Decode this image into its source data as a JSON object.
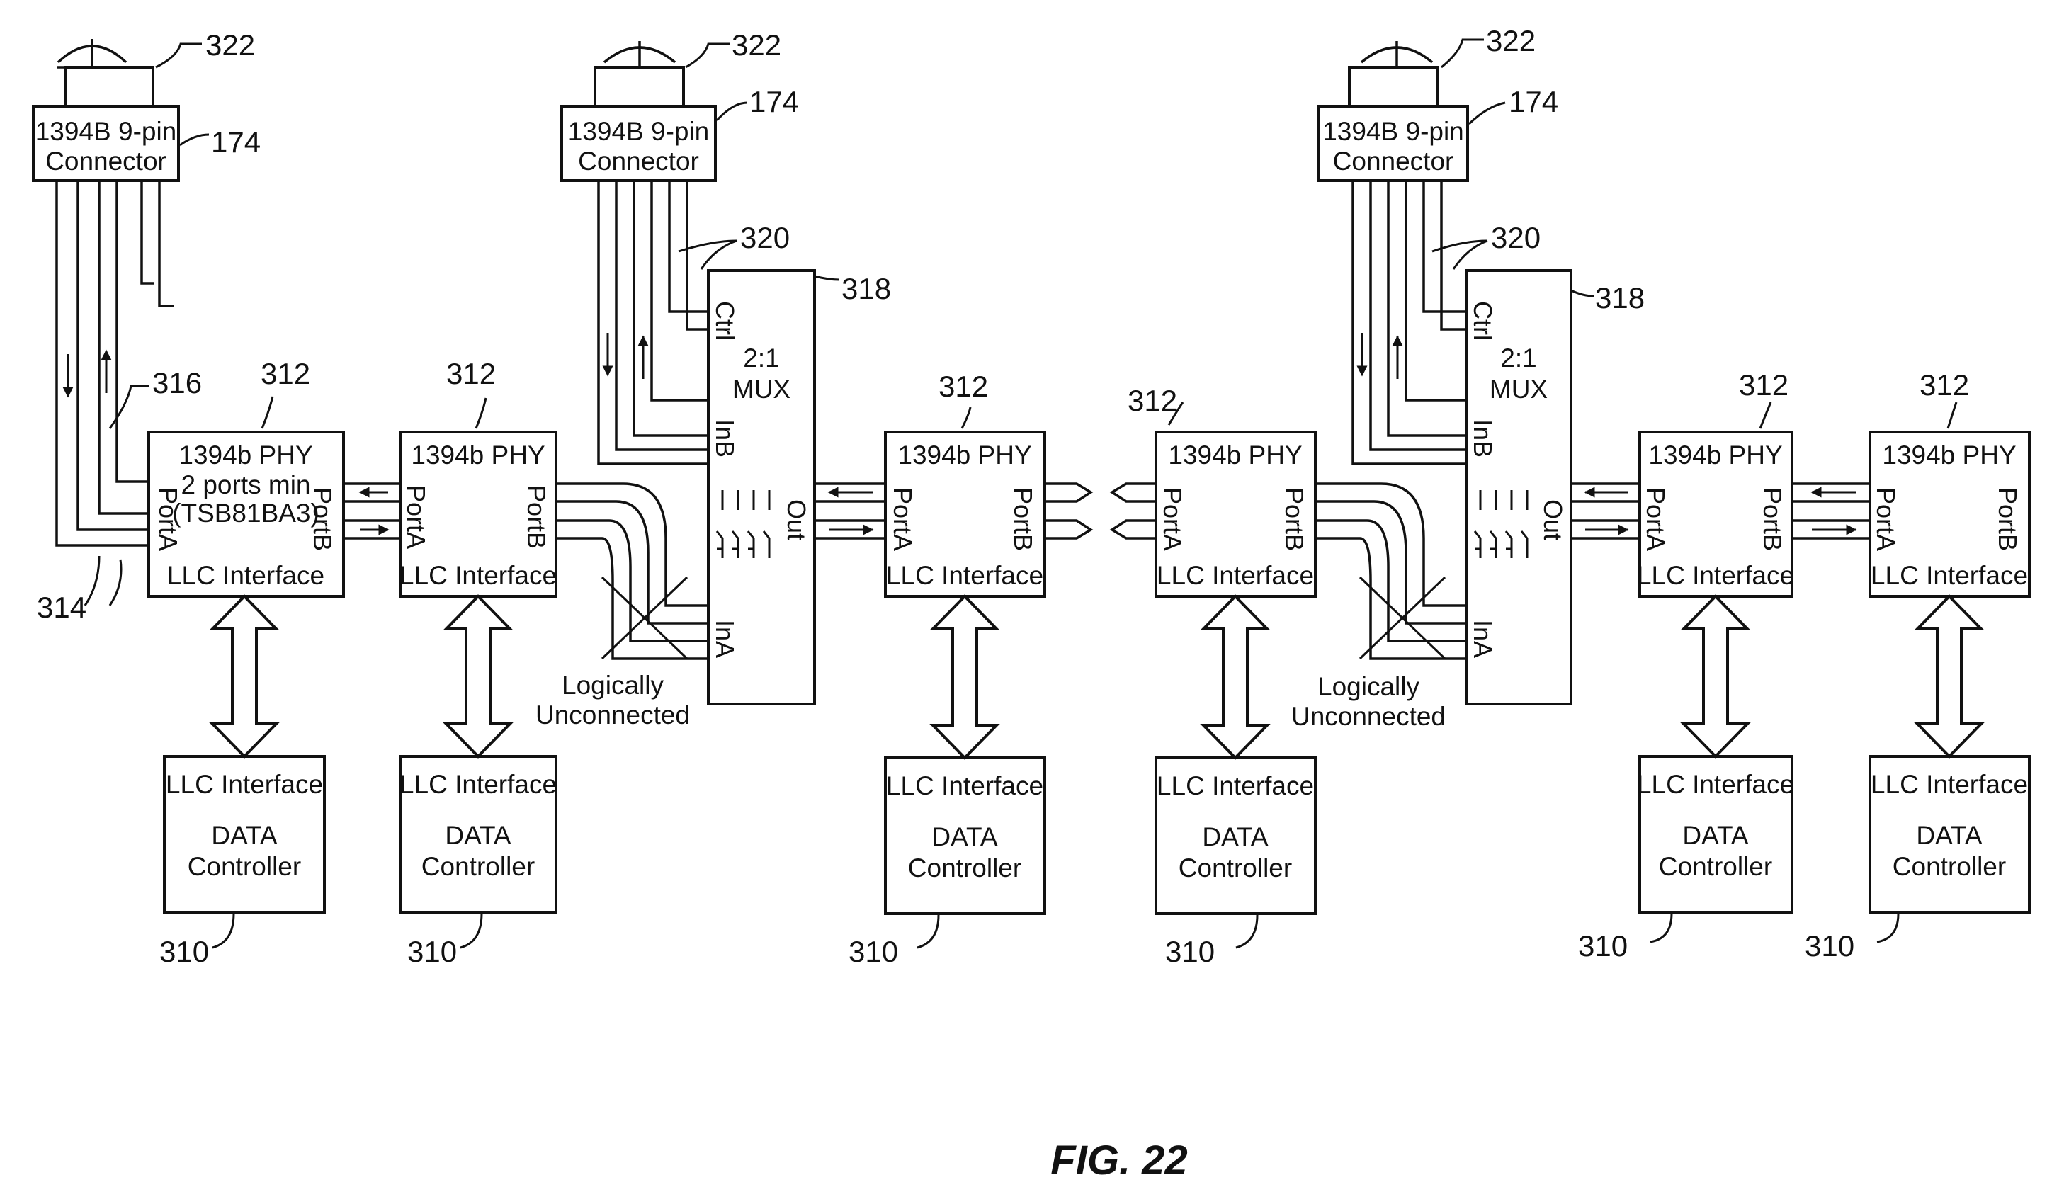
{
  "figure": {
    "caption": "FIG. 22"
  },
  "connector": {
    "line1": "1394B 9-pin",
    "line2": "Connector"
  },
  "phy": {
    "title": "1394b PHY",
    "first_line2": "2 ports min",
    "first_line3": "(TSB81BA3)",
    "porta": "PortA",
    "portb": "PortB",
    "llc": "LLC Interface"
  },
  "mux": {
    "line1": "2:1",
    "line2": "MUX",
    "ctrl": "Ctrl",
    "inb": "InB",
    "ina": "InA",
    "out": "Out"
  },
  "controller": {
    "line1": "LLC Interface",
    "line2": "DATA",
    "line3": "Controller"
  },
  "note": {
    "line1": "Logically",
    "line2": "Unconnected"
  },
  "refs": {
    "connector_cap": "322",
    "connector": "174",
    "phy": "312",
    "controller": "310",
    "mux": "318",
    "ctrl_lines": "320",
    "cable_lines": "316",
    "port_lines": "314"
  }
}
